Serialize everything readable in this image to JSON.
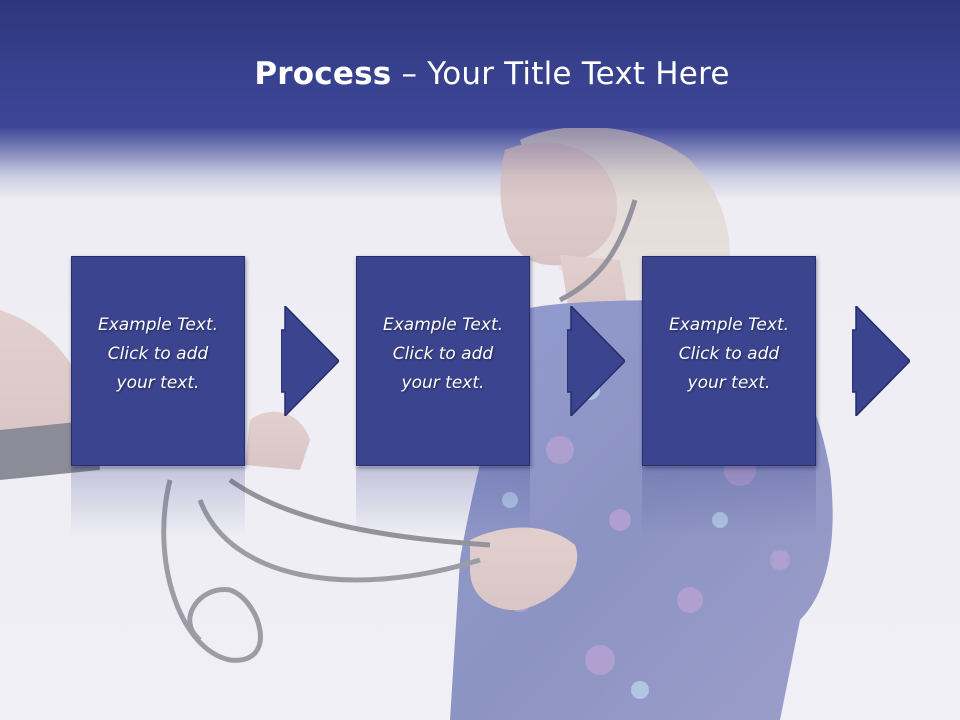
{
  "slide": {
    "title_bold": "Process",
    "title_rest": " – Your Title Text Here"
  },
  "steps": [
    {
      "text": "Example Text.\nClick  to add\nyour text."
    },
    {
      "text": "Example Text.\nClick  to add\nyour text."
    },
    {
      "text": "Example Text.\nClick  to add\nyour text."
    }
  ],
  "colors": {
    "header": "#36408c",
    "box": "#3b448f",
    "box_border": "#262d6a",
    "text": "#ffffff"
  },
  "icons": [
    "arrow-right-icon",
    "arrow-right-icon",
    "arrow-right-icon"
  ]
}
